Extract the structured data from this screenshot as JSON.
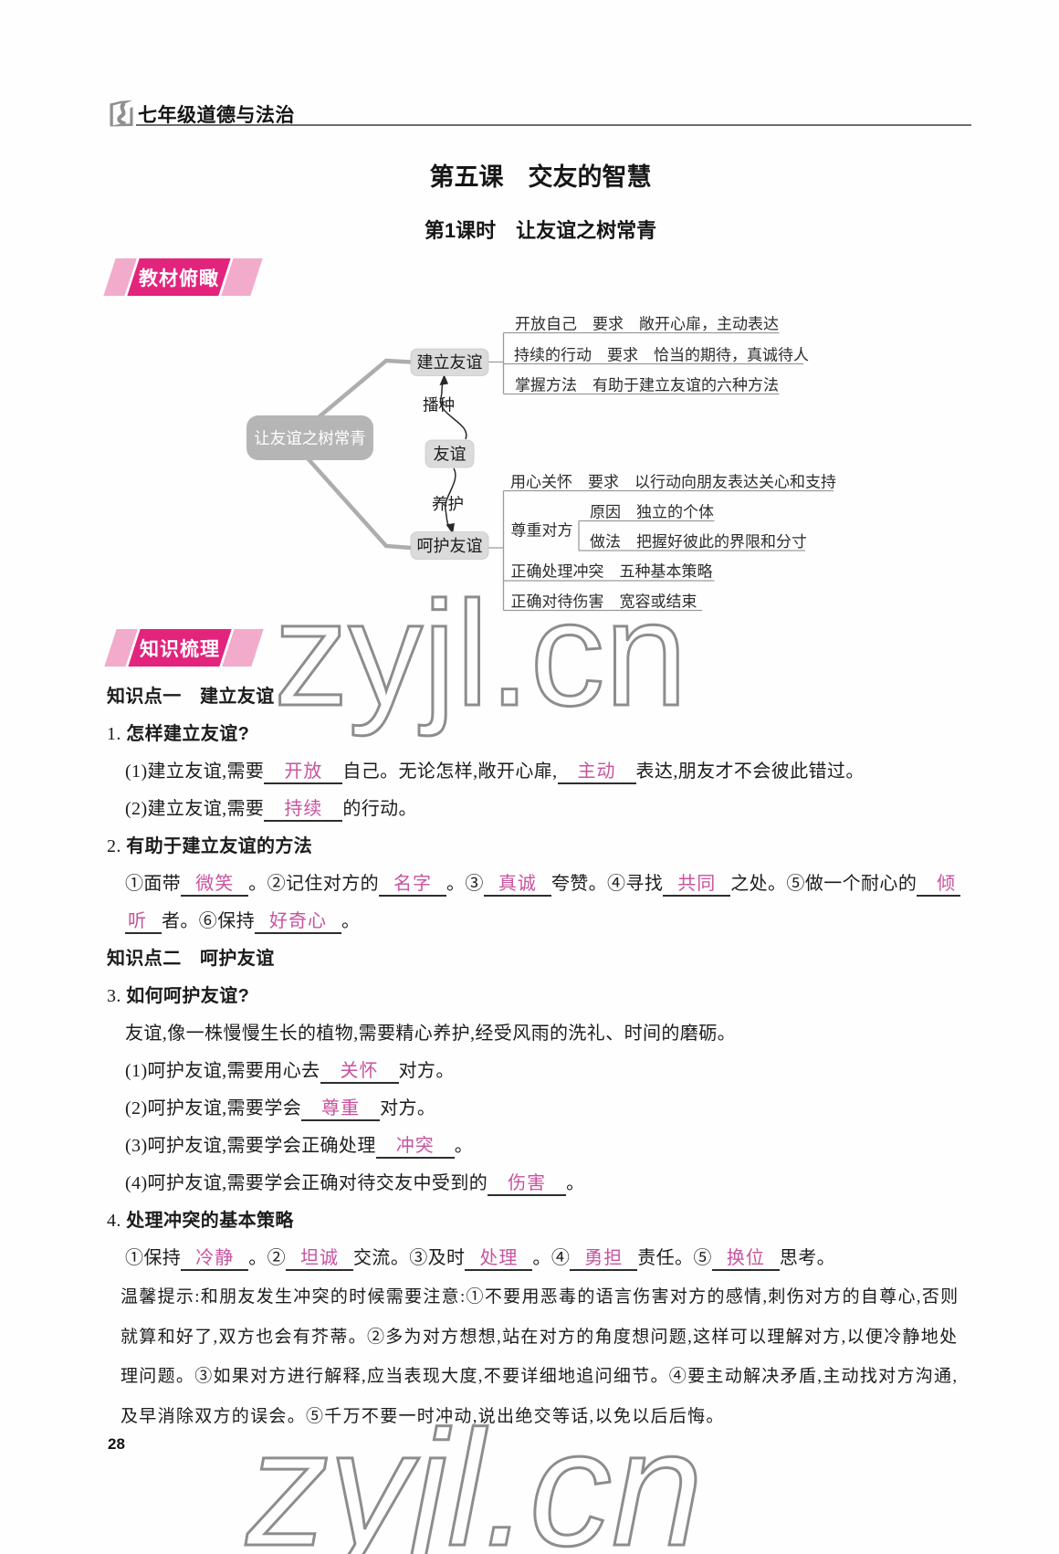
{
  "header": {
    "brand": "七年级道德与法治"
  },
  "lesson": {
    "title": "第五课　交友的智慧",
    "subtitle": "第1课时　让友谊之树常青"
  },
  "badges": {
    "overview": "教材俯瞰",
    "knowledge": "知识梳理"
  },
  "mindmap": {
    "root": "让友谊之树常青",
    "center": "友谊",
    "sow_label": "播种",
    "maintain_label": "养护",
    "build_node": "建立友谊",
    "care_node": "呵护友谊",
    "build_item1": "开放自己　要求　敞开心扉，主动表达",
    "build_item2": "持续的行动　要求　恰当的期待，真诚待人",
    "build_item3": "掌握方法　有助于建立友谊的六种方法",
    "care_item1": "用心关怀　要求　以行动向朋友表达关心和支持",
    "respect_node": "尊重对方",
    "respect_item1": "原因　独立的个体",
    "respect_item2": "做法　把握好彼此的界限和分寸",
    "care_item3": "正确处理冲突　五种基本策略",
    "care_item4": "正确对待伤害　宽容或结束"
  },
  "knowledge_lines": [
    {
      "style": "heading",
      "name": "knowledge-point-1",
      "segments": [
        {
          "t": "知识点一　建立友谊"
        }
      ]
    },
    {
      "style": "qnum",
      "name": "question-1",
      "segments": [
        {
          "t": "1. "
        },
        {
          "b": "怎样建立友谊?"
        }
      ]
    },
    {
      "style": "item",
      "name": "answer-1-1",
      "segments": [
        {
          "t": "(1)建立友谊,需要"
        },
        {
          "blank": "开放"
        },
        {
          "t": "自己。无论怎样,敞开心扉,"
        },
        {
          "blank": "主动"
        },
        {
          "t": "表达,朋友才不会彼此错过。"
        }
      ]
    },
    {
      "style": "item",
      "name": "answer-1-2",
      "segments": [
        {
          "t": "(2)建立友谊,需要"
        },
        {
          "blank": "持续"
        },
        {
          "t": "的行动。"
        }
      ]
    },
    {
      "style": "qnum",
      "name": "question-2",
      "segments": [
        {
          "t": "2. "
        },
        {
          "b": "有助于建立友谊的方法"
        }
      ]
    },
    {
      "style": "item",
      "name": "answer-2-line1",
      "segments": [
        {
          "t": "①面带"
        },
        {
          "blank": "微笑",
          "narrow": true
        },
        {
          "t": "。②记住对方的"
        },
        {
          "blank": "名字",
          "narrow": true
        },
        {
          "t": "。③"
        },
        {
          "blank": "真诚",
          "narrow": true
        },
        {
          "t": "夸赞。④寻找"
        },
        {
          "blank": "共同",
          "narrow": true
        },
        {
          "t": "之处。⑤做一个耐心的"
        },
        {
          "blank": "倾",
          "openend": true
        }
      ]
    },
    {
      "style": "item",
      "name": "answer-2-line2",
      "segments": [
        {
          "blank": "听",
          "openstart": true
        },
        {
          "t": "者。⑥保持"
        },
        {
          "blank": "好奇心",
          "narrow": true
        },
        {
          "t": "。"
        }
      ]
    },
    {
      "style": "heading",
      "name": "knowledge-point-2",
      "segments": [
        {
          "t": "知识点二　呵护友谊"
        }
      ]
    },
    {
      "style": "qnum",
      "name": "question-3",
      "segments": [
        {
          "t": "3. "
        },
        {
          "b": "如何呵护友谊?"
        }
      ]
    },
    {
      "style": "item",
      "name": "answer-3-intro",
      "segments": [
        {
          "t": "友谊,像一株慢慢生长的植物,需要精心养护,经受风雨的洗礼、时间的磨砺。"
        }
      ]
    },
    {
      "style": "item",
      "name": "answer-3-1",
      "segments": [
        {
          "t": "(1)呵护友谊,需要用心去"
        },
        {
          "blank": "关怀"
        },
        {
          "t": "对方。"
        }
      ]
    },
    {
      "style": "item",
      "name": "answer-3-2",
      "segments": [
        {
          "t": "(2)呵护友谊,需要学会"
        },
        {
          "blank": "尊重"
        },
        {
          "t": "对方。"
        }
      ]
    },
    {
      "style": "item",
      "name": "answer-3-3",
      "segments": [
        {
          "t": "(3)呵护友谊,需要学会正确处理"
        },
        {
          "blank": "冲突"
        },
        {
          "t": "。"
        }
      ]
    },
    {
      "style": "item",
      "name": "answer-3-4",
      "segments": [
        {
          "t": "(4)呵护友谊,需要学会正确对待交友中受到的"
        },
        {
          "blank": "伤害"
        },
        {
          "t": "。"
        }
      ]
    },
    {
      "style": "qnum",
      "name": "question-4",
      "segments": [
        {
          "t": "4. "
        },
        {
          "b": "处理冲突的基本策略"
        }
      ]
    },
    {
      "style": "item",
      "name": "answer-4",
      "segments": [
        {
          "t": "①保持"
        },
        {
          "blank": "冷静",
          "narrow": true
        },
        {
          "t": "。②"
        },
        {
          "blank": "坦诚",
          "narrow": true
        },
        {
          "t": "交流。③及时"
        },
        {
          "blank": "处理",
          "narrow": true
        },
        {
          "t": "。④"
        },
        {
          "blank": "勇担",
          "narrow": true
        },
        {
          "t": "责任。⑤"
        },
        {
          "blank": "换位",
          "narrow": true
        },
        {
          "t": "思考。"
        }
      ]
    },
    {
      "style": "hint",
      "name": "tip-line-1",
      "segments": [
        {
          "t": "温馨提示:和朋友发生冲突的时候需要注意:①不要用恶毒的语言伤害对方的感情,刺伤对方的自尊心,否则"
        }
      ]
    },
    {
      "style": "hint",
      "name": "tip-line-2",
      "segments": [
        {
          "t": "就算和好了,双方也会有芥蒂。②多为对方想想,站在对方的角度想问题,这样可以理解对方,以便冷静地处"
        }
      ]
    },
    {
      "style": "hint",
      "name": "tip-line-3",
      "segments": [
        {
          "t": "理问题。③如果对方进行解释,应当表现大度,不要详细地追问细节。④要主动解决矛盾,主动找对方沟通,"
        }
      ]
    },
    {
      "style": "hint",
      "name": "tip-line-4",
      "segments": [
        {
          "t": "及早消除双方的误会。⑤千万不要一时冲动,说出绝交等话,以免以后后悔。"
        }
      ]
    }
  ],
  "watermark": "zyjl.cn",
  "page_number": "28"
}
